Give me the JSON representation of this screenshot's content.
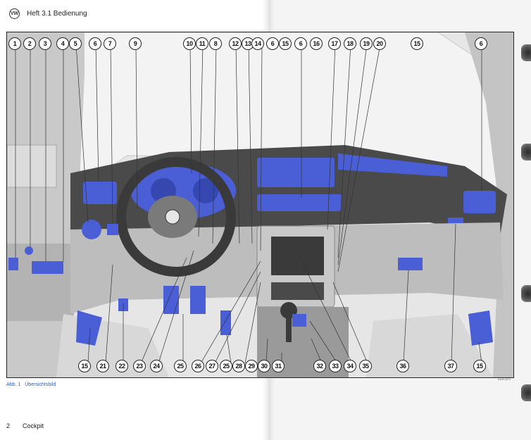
{
  "header": {
    "logo": "VW",
    "title": "Heft 3.1 Bedienung"
  },
  "figure": {
    "top_callouts": [
      "1",
      "2",
      "3",
      "4",
      "5",
      "6",
      "7",
      "9",
      "10",
      "11",
      "8",
      "12",
      "13",
      "14",
      "6",
      "15",
      "6",
      "16",
      "17",
      "18",
      "19",
      "20",
      "15",
      "6"
    ],
    "bottom_callouts": [
      "15",
      "21",
      "22",
      "23",
      "24",
      "25",
      "26",
      "27",
      "25",
      "28",
      "29",
      "30",
      "31",
      "32",
      "33",
      "34",
      "35",
      "36",
      "37",
      "15"
    ],
    "code": "A1M-0271"
  },
  "caption": {
    "number": "Abb. 1",
    "text": "Übersichtsbild"
  },
  "footer": {
    "page": "2",
    "section": "Cockpit"
  },
  "colors": {
    "highlight": "#4a5fd6",
    "caption": "#2b5fb8"
  }
}
